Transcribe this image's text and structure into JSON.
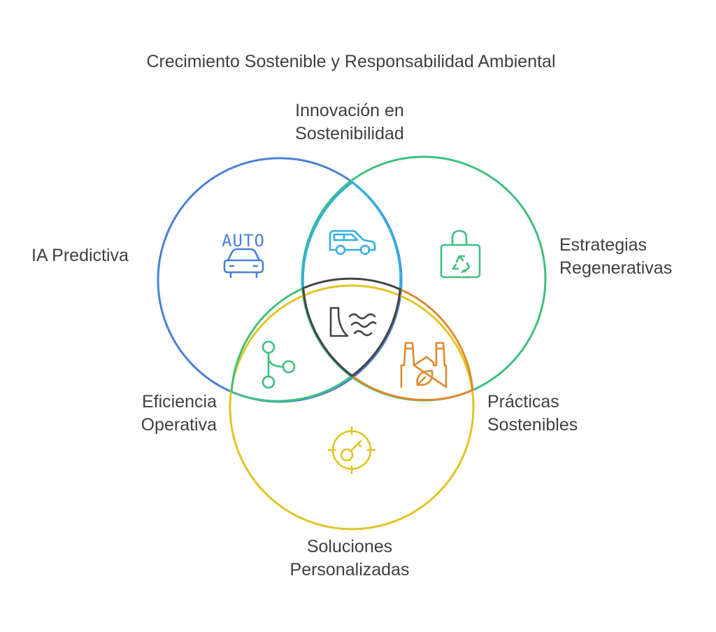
{
  "diagram": {
    "title": "Crecimiento Sostenible y Responsabilidad Ambiental",
    "labels": {
      "innovacion": [
        "Innovación en",
        "Sostenibilidad"
      ],
      "ia": [
        "IA Predictiva"
      ],
      "estrategias": [
        "Estrategias",
        "Regenerativas"
      ],
      "eficiencia": [
        "Eficiencia",
        "Operativa"
      ],
      "practicas": [
        "Prácticas",
        "Sostenibles"
      ],
      "soluciones": [
        "Soluciones",
        "Personalizadas"
      ]
    },
    "icon_texts": {
      "auto": "AUTO"
    },
    "colors": {
      "blue": "#4a80d8",
      "green": "#3fbf7f",
      "yellow": "#e0c522",
      "cyan": "#2fb0e0",
      "orange": "#de8a2e",
      "dark": "#444444",
      "text": "#3f3f3f"
    },
    "icons": {
      "blue": [
        "auto-text-icon",
        "car-icon"
      ],
      "cyan": "suv-car-icon",
      "green": "recycle-bag-icon",
      "center": "dam-water-icon",
      "blue_yellow": "branch-icon",
      "orange": "eco-factory-icon",
      "yellow": "target-key-icon"
    }
  }
}
